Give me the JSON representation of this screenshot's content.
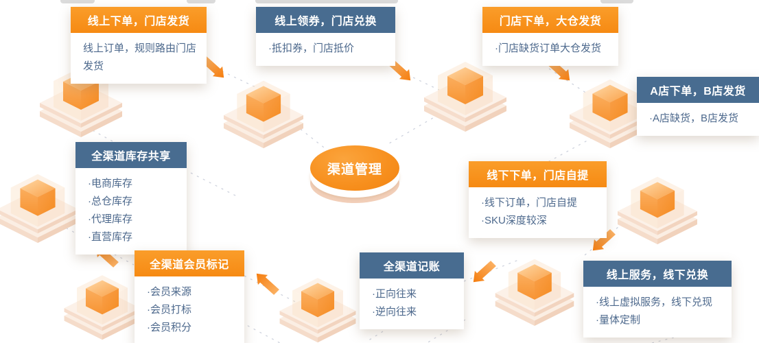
{
  "center": {
    "label": "渠道管理"
  },
  "cards": [
    {
      "id": "online-order-store-ship",
      "variant": "orange",
      "title": "线上下单，门店发货",
      "lines": [
        "线上订单，规则路由门店发货"
      ]
    },
    {
      "id": "online-coupon-store-redeem",
      "variant": "blue",
      "title": "线上领券，门店兑换",
      "lines": [
        "·抵扣券，门店抵价"
      ]
    },
    {
      "id": "store-order-warehouse-ship",
      "variant": "orange",
      "title": "门店下单，大仓发货",
      "lines": [
        "·门店缺货订单大仓发货"
      ]
    },
    {
      "id": "a-store-order-b-store-ship",
      "variant": "blue",
      "title": "A店下单，B店发货",
      "lines": [
        "·A店缺货，B店发货"
      ]
    },
    {
      "id": "omni-inventory-sharing",
      "variant": "blue",
      "title": "全渠道库存共享",
      "lines": [
        "·电商库存",
        "·总仓库存",
        "·代理库存",
        "·直营库存"
      ]
    },
    {
      "id": "offline-order-store-pickup",
      "variant": "orange",
      "title": "线下下单，门店自提",
      "lines": [
        "·线下订单，门店自提",
        "·SKU深度较深"
      ]
    },
    {
      "id": "omni-member-tagging",
      "variant": "orange",
      "title": "全渠道会员标记",
      "lines": [
        "·会员来源",
        "·会员打标",
        "·会员积分"
      ]
    },
    {
      "id": "omni-bookkeeping",
      "variant": "blue",
      "title": "全渠道记账",
      "lines": [
        "·正向往来",
        "·逆向往来"
      ]
    },
    {
      "id": "online-service-offline-redeem",
      "variant": "blue",
      "title": "线上服务，线下兑换",
      "lines": [
        "·线上虚拟服务，线下兑现",
        "·量体定制"
      ]
    }
  ],
  "icons": {
    "cube": "isometric-cube-on-platform",
    "arrow": "orange-flow-arrow"
  },
  "colors": {
    "orange_header": "#F7931E",
    "blue_header": "#486C90",
    "body_text": "#4C688C",
    "disc_orange": "#F78F1D",
    "dashed_line": "#C9CEDA",
    "cube_orange": "#F89A3C",
    "platform_peach": "#F8E6D6"
  }
}
